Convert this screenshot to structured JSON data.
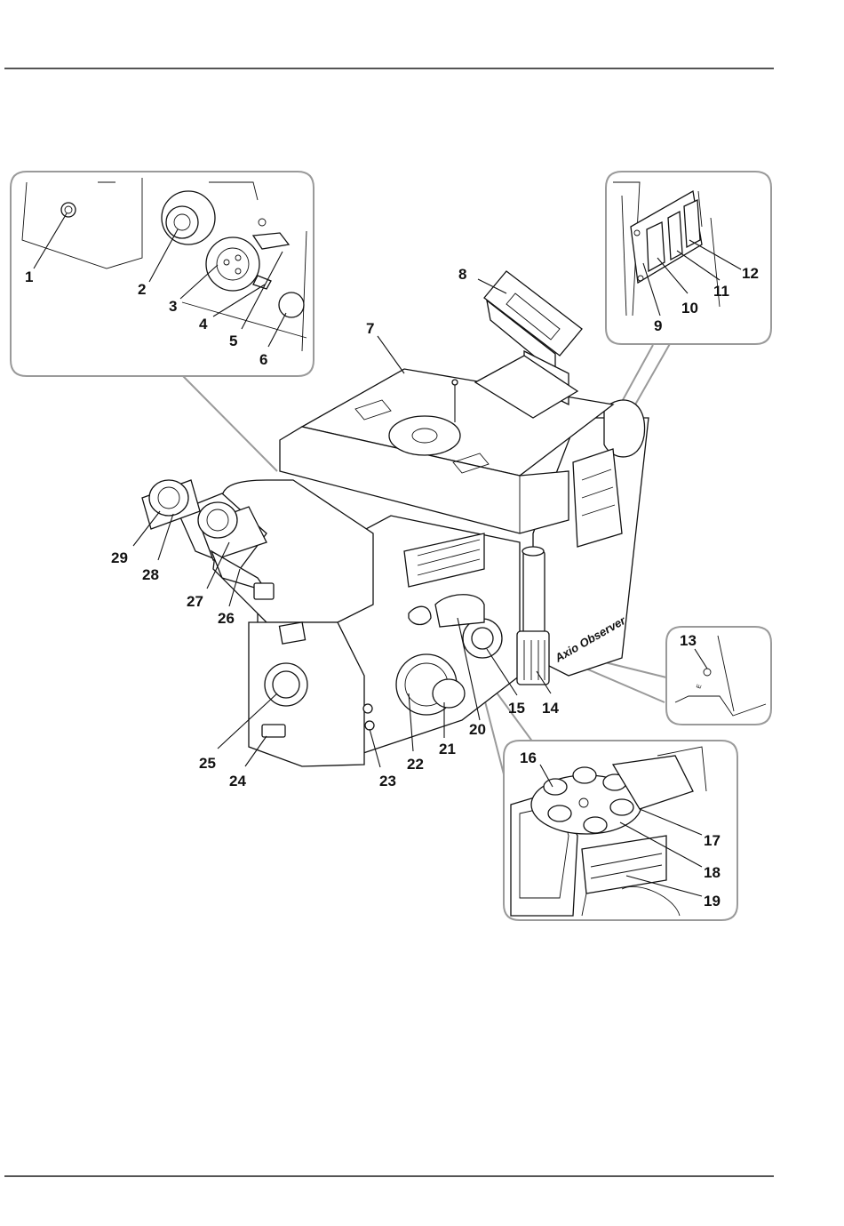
{
  "figure": {
    "brand_text": "Axio Observer",
    "callouts": [
      {
        "id": "callout-1",
        "label": "1"
      },
      {
        "id": "callout-2",
        "label": "2"
      },
      {
        "id": "callout-3",
        "label": "3"
      },
      {
        "id": "callout-4",
        "label": "4"
      },
      {
        "id": "callout-5",
        "label": "5"
      },
      {
        "id": "callout-6",
        "label": "6"
      },
      {
        "id": "callout-7",
        "label": "7"
      },
      {
        "id": "callout-8",
        "label": "8"
      },
      {
        "id": "callout-9",
        "label": "9"
      },
      {
        "id": "callout-10",
        "label": "10"
      },
      {
        "id": "callout-11",
        "label": "11"
      },
      {
        "id": "callout-12",
        "label": "12"
      },
      {
        "id": "callout-13",
        "label": "13"
      },
      {
        "id": "callout-14",
        "label": "14"
      },
      {
        "id": "callout-15",
        "label": "15"
      },
      {
        "id": "callout-16",
        "label": "16"
      },
      {
        "id": "callout-17",
        "label": "17"
      },
      {
        "id": "callout-18",
        "label": "18"
      },
      {
        "id": "callout-19",
        "label": "19"
      },
      {
        "id": "callout-20",
        "label": "20"
      },
      {
        "id": "callout-21",
        "label": "21"
      },
      {
        "id": "callout-22",
        "label": "22"
      },
      {
        "id": "callout-23",
        "label": "23"
      },
      {
        "id": "callout-24",
        "label": "24"
      },
      {
        "id": "callout-25",
        "label": "25"
      },
      {
        "id": "callout-26",
        "label": "26"
      },
      {
        "id": "callout-27",
        "label": "27"
      },
      {
        "id": "callout-28",
        "label": "28"
      },
      {
        "id": "callout-29",
        "label": "29"
      }
    ]
  },
  "colors": {
    "rule": "#555555",
    "inset_border": "#9a9a9a",
    "ink": "#111111"
  }
}
